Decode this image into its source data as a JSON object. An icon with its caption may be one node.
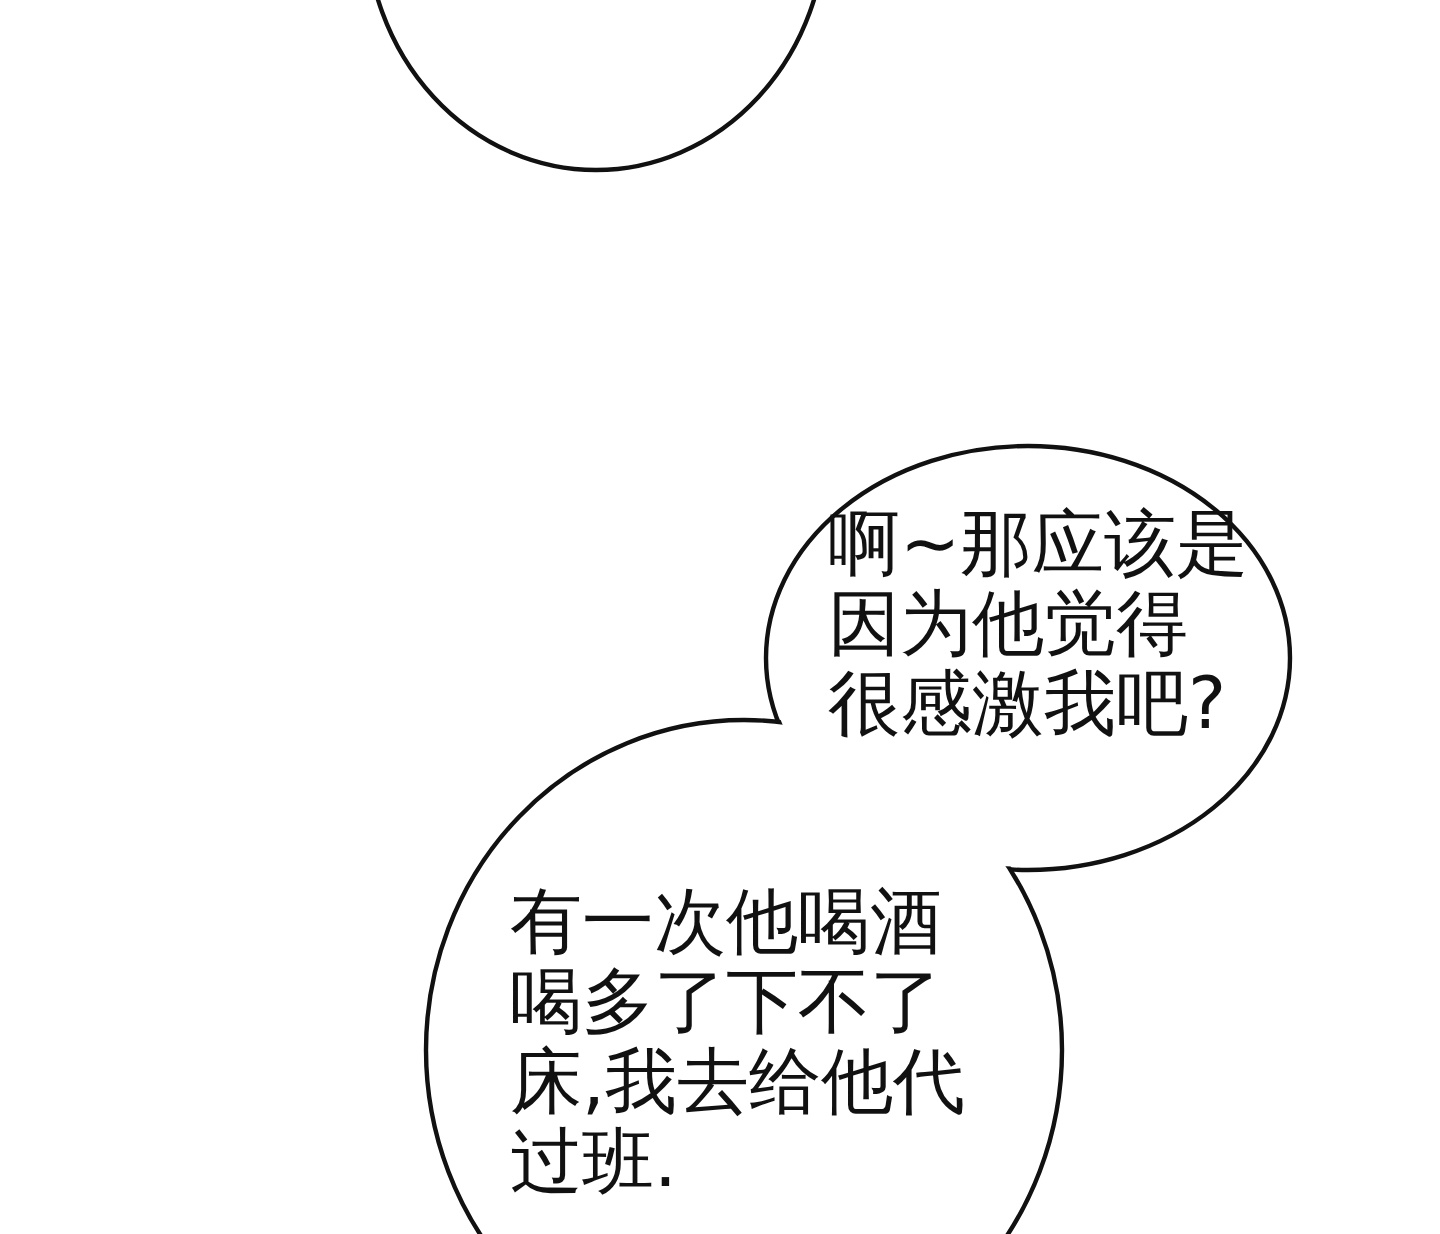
{
  "diagram": {
    "nodes": [
      {
        "text": [],
        "shape": "circle"
      },
      {
        "text": [
          "啊~那应该是因为他觉得很感激我吧?"
        ]
      },
      {
        "text": [
          "有一次他喝酒喝多了下不了床,我去给他代过班."
        ]
      }
    ]
  }
}
